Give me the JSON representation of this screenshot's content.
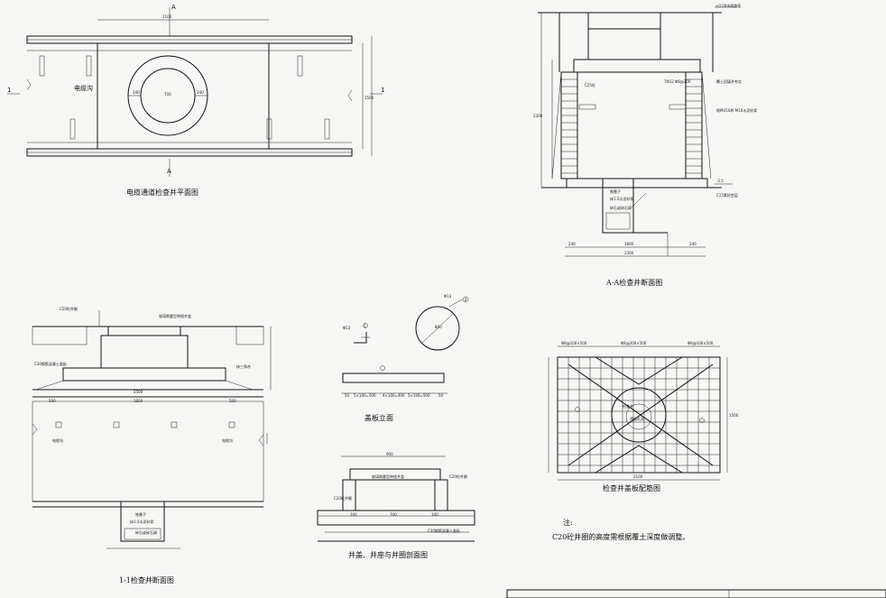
{
  "plan": {
    "caption": "电缆通道检查井平面图",
    "section_mark_a": "A",
    "section_mark_1": "1",
    "trench_label": "电缆沟",
    "dim_total": "2100",
    "dim_opening": "700",
    "dim_side_l": "240",
    "dim_side_r": "240",
    "dim_height": "1500"
  },
  "aa_section": {
    "caption": "A-A检查井断面图",
    "ground_label": "±0.00市政路面",
    "c25_label": "C25砼",
    "rebar_label": "7Φ12 Φ8@200",
    "backfill_label": "覆土回填并夯实",
    "brick_label": "砌MU10砖 M10水泥砂浆",
    "elev_label": "-2.5",
    "cushion_label": "C15素砼垫层",
    "pit_label_1": "铁篦子",
    "pit_label_2": "碎石或碎石屑",
    "pit_small": "抹1:2水泥砂浆",
    "dim_left": "240",
    "dim_mid": "1800",
    "dim_right": "240",
    "dim_bottom": "2300",
    "dim_height": "2300"
  },
  "section11": {
    "caption": "1-1检查井断面图",
    "ring_label": "C20砼井圈",
    "cover_label": "玻璃钢重型带锁井盖",
    "slab_label": "C30钢筋混凝土盖板",
    "chamfer_label": "抹三角灰",
    "trench_left": "电缆沟",
    "trench_right": "电缆沟",
    "dim_top": "2500",
    "dim_mid": "1800",
    "dim_left": "500",
    "dim_right": "500",
    "pit_label_1": "铁篦子",
    "pit_label_2": "碎石或碎石屑",
    "pit_small": "抹1:2水泥砂浆"
  },
  "cover_detail": {
    "phi_label": "Φ13",
    "num_1": "1",
    "num_2": "2",
    "dim_d": "800",
    "elevation_caption": "盖板立面",
    "dims_row": [
      "50",
      "5×100=500",
      "4×100=400",
      "5×100=500",
      "50"
    ]
  },
  "ring_detail": {
    "caption": "井盖、井座与井圈剖面图",
    "cover_label": "玻璃钢重型带锁井盖",
    "ring_label_r": "C20砼井圈",
    "ring_label_l": "C20砼井圈",
    "slab_label": "C30钢筋混凝土盖板",
    "dims": [
      "100",
      "700",
      "100"
    ],
    "dim_top": "900"
  },
  "rebar_plan": {
    "caption": "检查井盖板配筋图",
    "center_label": "检查井",
    "inner_label": "预留孔洞",
    "top_dims": [
      "Φ8@100×500",
      "Φ8@200×500",
      "Φ8@100×500"
    ],
    "dim_bottom": "2100",
    "dim_right": "1500"
  },
  "note": {
    "title": "注:",
    "text": "C20砼井圈的高度需根据覆土深度做调整。"
  }
}
